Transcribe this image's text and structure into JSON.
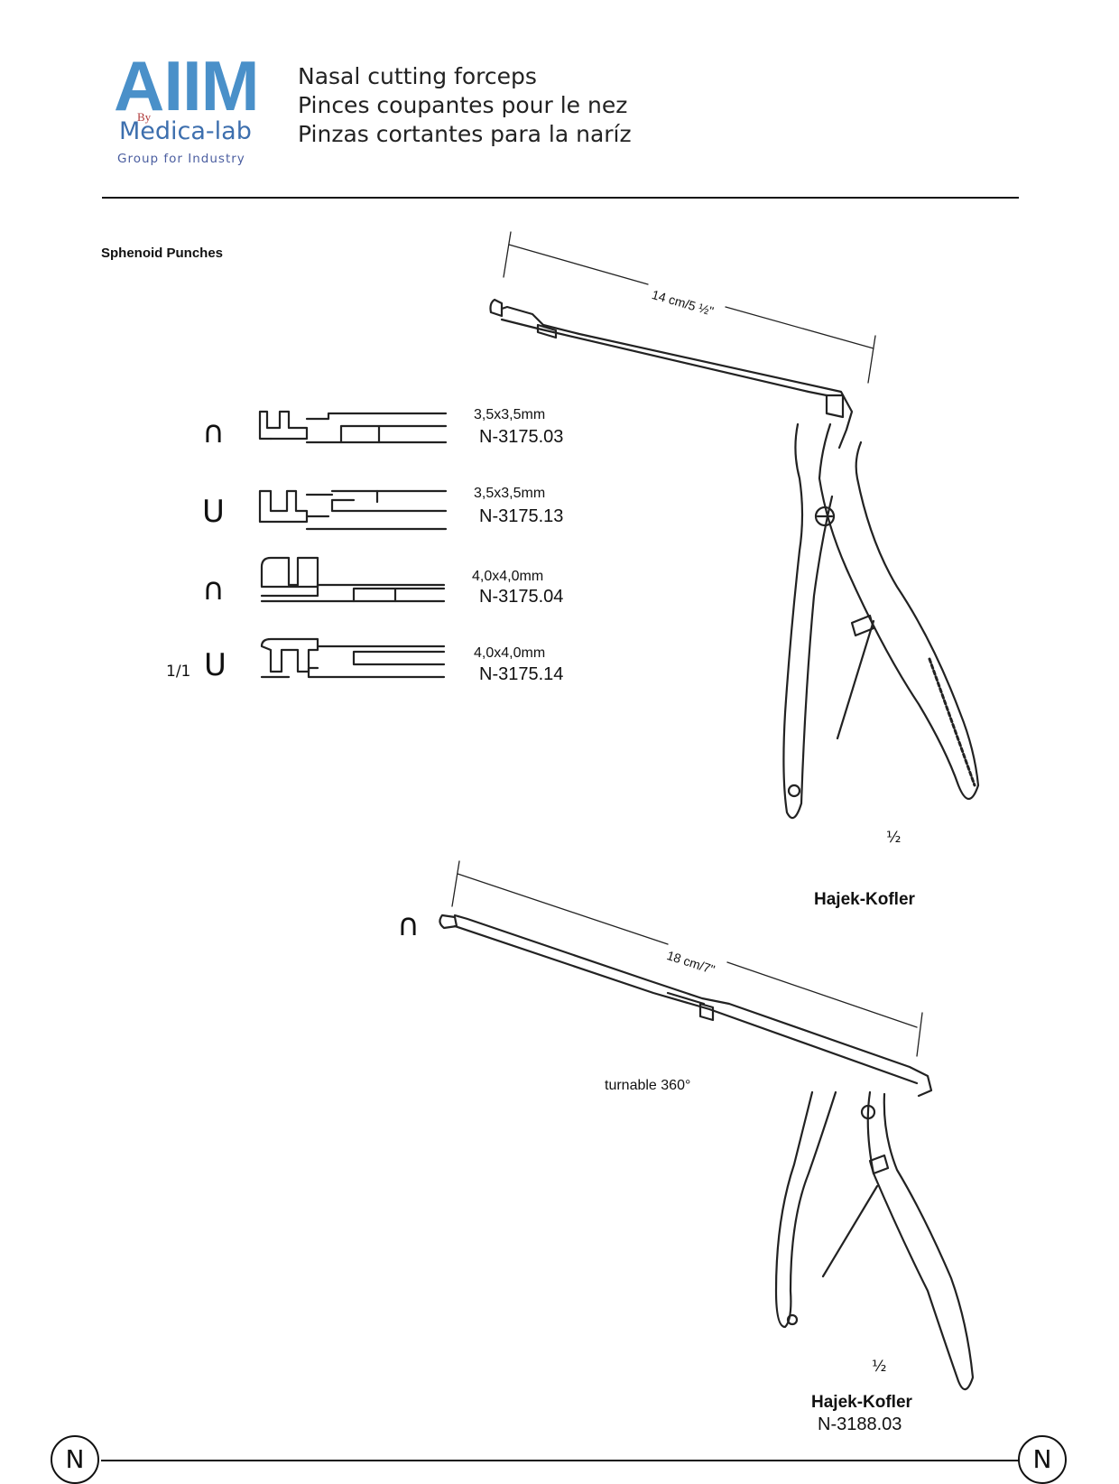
{
  "logo": {
    "main": "AIIM",
    "by": "By",
    "sub": "Medica-lab",
    "tagline": "Group for Industry"
  },
  "header": {
    "titles": [
      "Nasal cutting forceps",
      "Pinces coupantes pour le nez",
      "Pinzas cortantes para la naríz"
    ]
  },
  "section_title": "Sphenoid Punches",
  "variants": [
    {
      "symbol": "∩",
      "size": "3,5x3,5mm",
      "code": "N-3175.03"
    },
    {
      "symbol": "U",
      "size": "3,5x3,5mm",
      "code": "N-3175.13"
    },
    {
      "symbol": "∩",
      "size": "4,0x4,0mm",
      "code": "N-3175.04"
    },
    {
      "symbol": "U",
      "size": "4,0x4,0mm",
      "code": "N-3175.14"
    }
  ],
  "detail_scale": "1/1",
  "instrument1": {
    "length": "14 cm/5 ½\"",
    "scale": "½",
    "name": "Hajek-Kofler"
  },
  "instrument2": {
    "symbol": "∩",
    "length": "18 cm/7\"",
    "note": "turnable 360°",
    "scale": "½",
    "name": "Hajek-Kofler",
    "code": "N-3188.03"
  },
  "footer": {
    "left_letter": "N",
    "right_letter": "N"
  },
  "colors": {
    "logo_blue": "#4a90c9",
    "logo_dark_blue": "#3d6fae",
    "text": "#111111"
  }
}
